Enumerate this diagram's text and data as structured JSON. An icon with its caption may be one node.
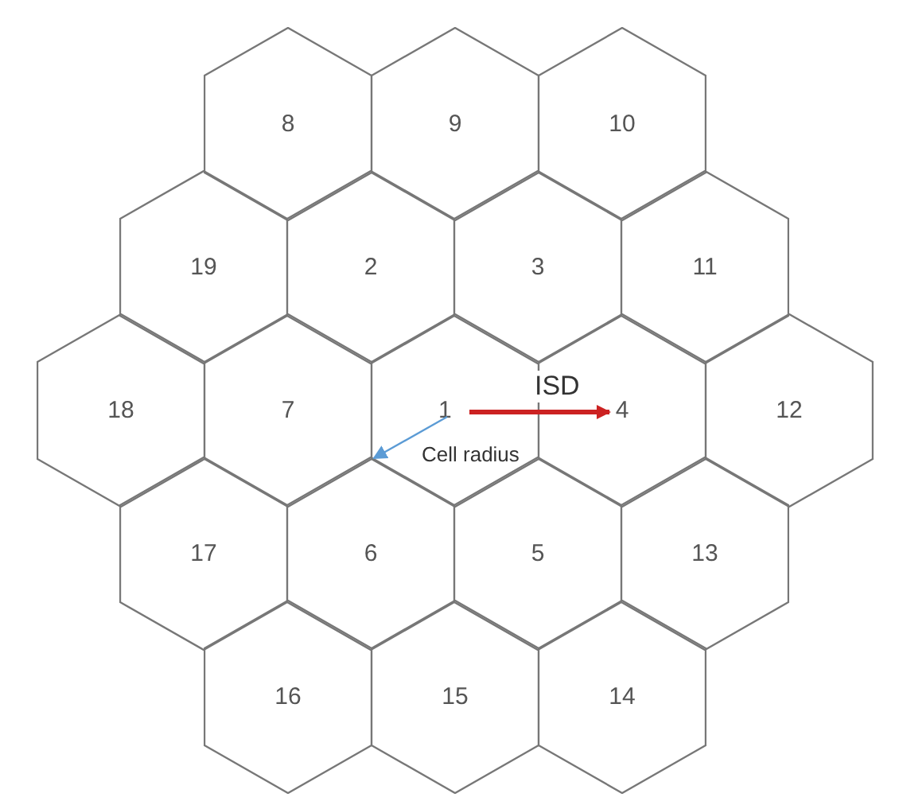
{
  "diagram": {
    "nodes": [
      {
        "text": [
          "8"
        ]
      },
      {
        "text": [
          "9"
        ]
      },
      {
        "text": [
          "10"
        ]
      },
      {
        "text": [
          "19"
        ]
      },
      {
        "text": [
          "2"
        ]
      },
      {
        "text": [
          "3"
        ]
      },
      {
        "text": [
          "11"
        ]
      },
      {
        "text": [
          "18"
        ]
      },
      {
        "text": [
          "7"
        ]
      },
      {
        "text": [
          "1"
        ]
      },
      {
        "text": [
          "4"
        ]
      },
      {
        "text": [
          "12"
        ]
      },
      {
        "text": [
          "17"
        ]
      },
      {
        "text": [
          "6"
        ]
      },
      {
        "text": [
          "5"
        ]
      },
      {
        "text": [
          "13"
        ]
      },
      {
        "text": [
          "16"
        ]
      },
      {
        "text": [
          "15"
        ]
      },
      {
        "text": [
          "14"
        ]
      }
    ],
    "edges": [
      {
        "from": 9,
        "to": 10,
        "arrow": "to",
        "label": "ISD",
        "style": "thick",
        "color": "#cc2222"
      },
      {
        "from": null,
        "to": 9,
        "arrow": "to",
        "label": "Cell radius",
        "color": "#5b9bd5"
      }
    ]
  }
}
